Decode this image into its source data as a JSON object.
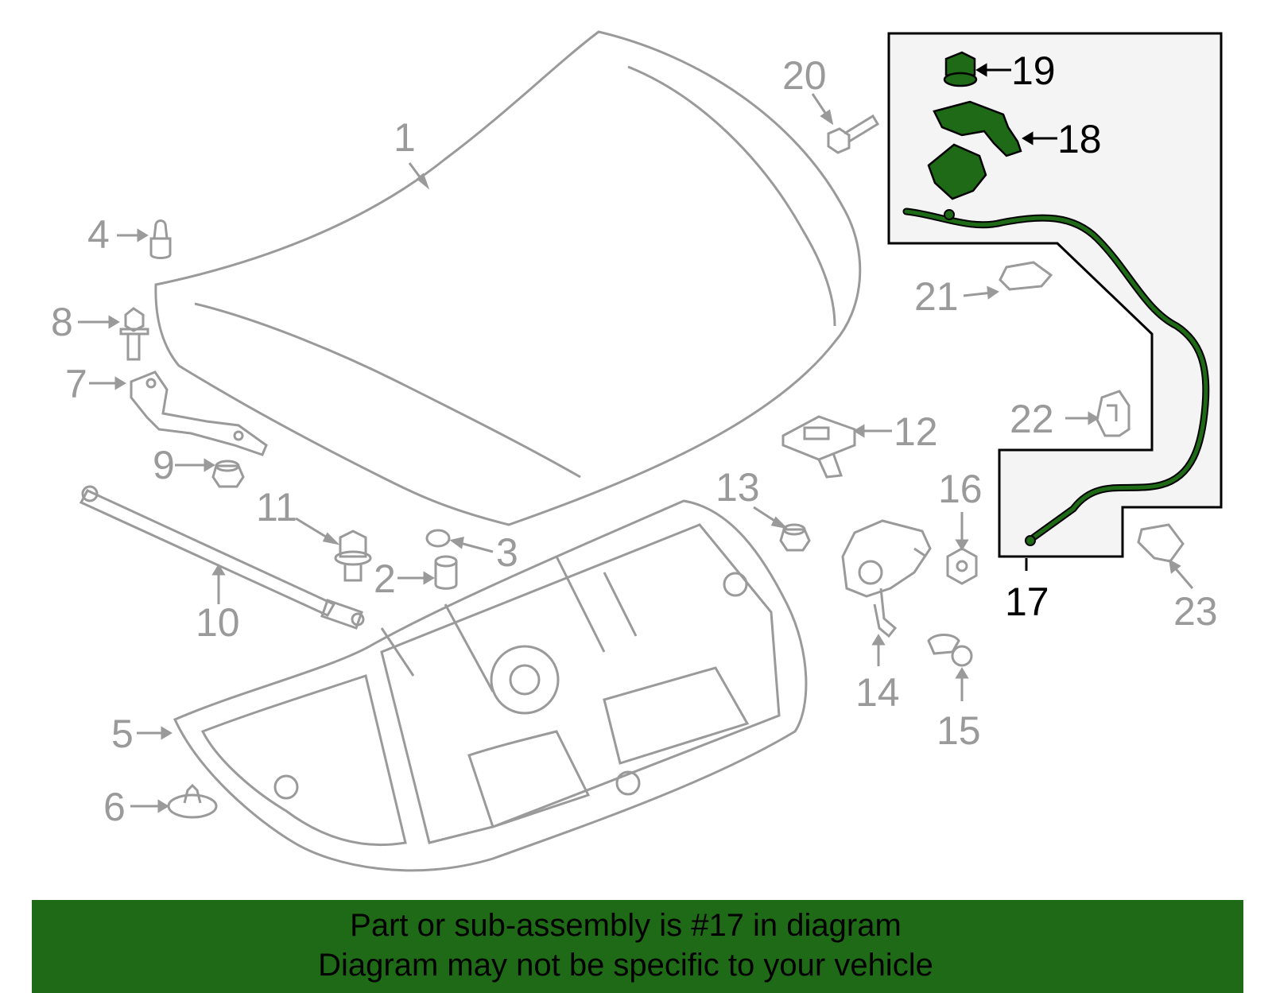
{
  "callouts": [
    "1",
    "2",
    "3",
    "4",
    "5",
    "6",
    "7",
    "8",
    "9",
    "10",
    "11",
    "12",
    "13",
    "14",
    "15",
    "16",
    "17",
    "18",
    "19",
    "20",
    "21",
    "22",
    "23"
  ],
  "highlighted_callouts": [
    "17",
    "18",
    "19"
  ],
  "banner": {
    "line1": "Part or sub-assembly is #17 in diagram",
    "line2": "Diagram may not be specific to your vehicle"
  },
  "colors": {
    "part_outline": "#9a9a9a",
    "highlight_fill": "#1f6a16",
    "highlight_outline": "#000000",
    "banner_bg": "#1f6a16",
    "inset_bg": "#f4f4f4"
  }
}
